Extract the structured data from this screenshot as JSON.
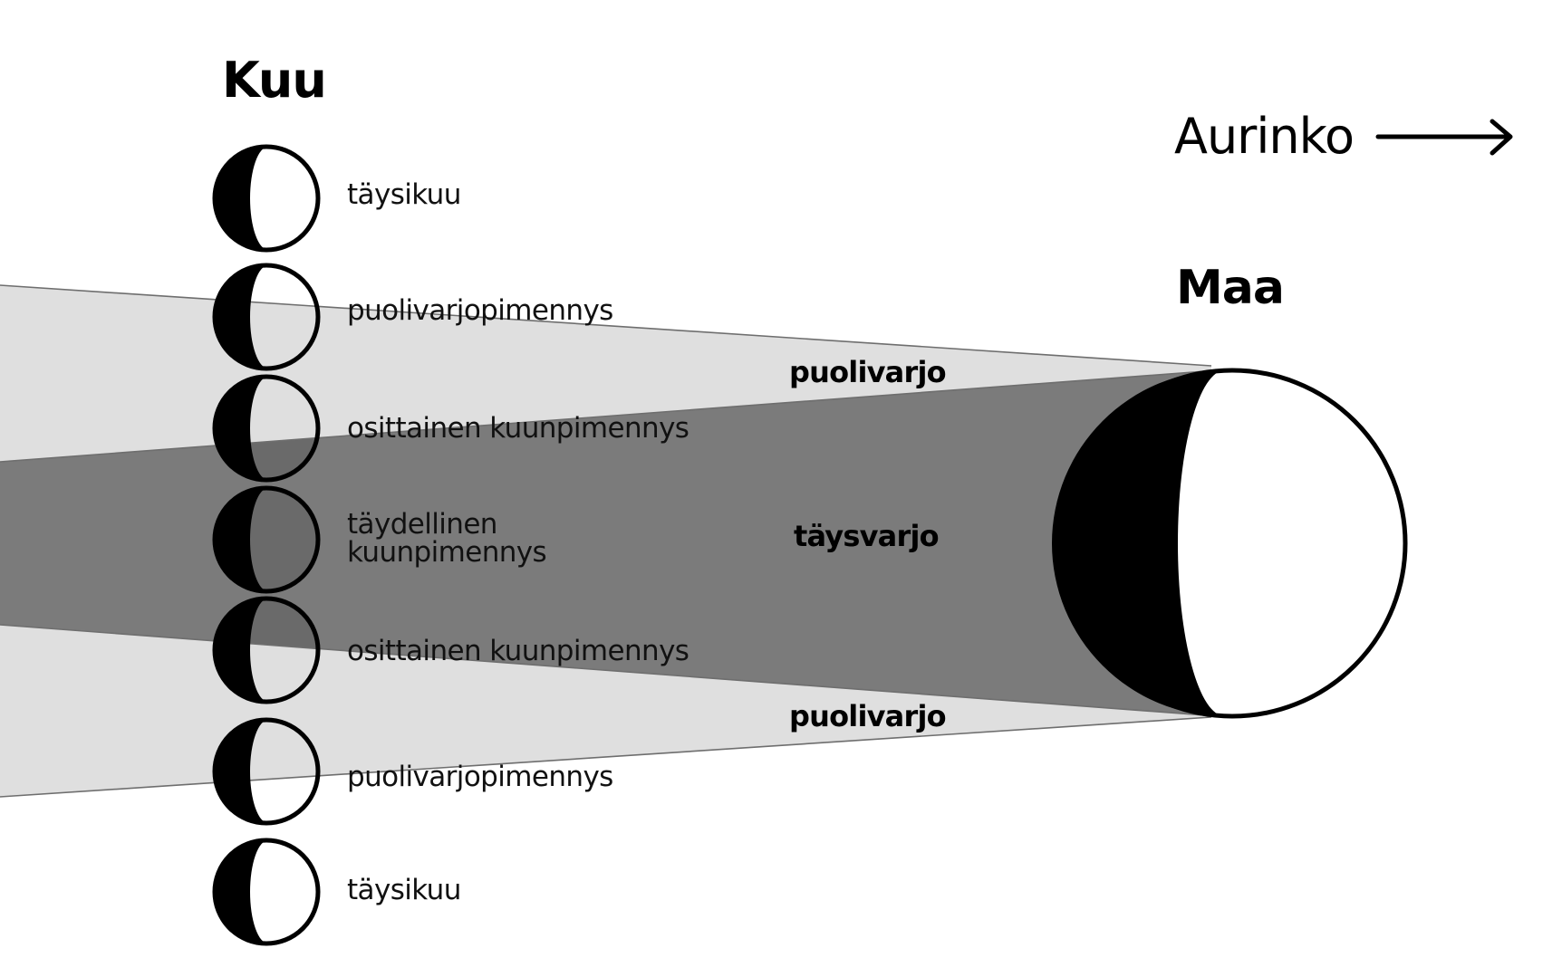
{
  "title_moon": "Kuu",
  "title_earth": "Maa",
  "sun_label": "Aurinko",
  "sun_direction_icon": "arrow-right-icon",
  "zones": {
    "penumbra_top": "puolivarjo",
    "umbra": "täysvarjo",
    "penumbra_bottom": "puolivarjo"
  },
  "colors": {
    "penumbra": "#dfdfdf",
    "umbra": "#7b7b7b",
    "moon_in_umbra": "#6a6a6a",
    "shadow_edge": "#6e6e6e",
    "dark_side": "#000000",
    "lit_side": "#ffffff"
  },
  "moons": [
    {
      "phase": "täysikuu",
      "shading": "none"
    },
    {
      "phase": "puolivarjopimennys",
      "shading": "penumbra-lower"
    },
    {
      "phase": "osittainen kuunpimennys",
      "shading": "penumbra-upper-umbra-lower"
    },
    {
      "phase_line1": "täydellinen",
      "phase_line2": "kuunpimennys",
      "shading": "umbra"
    },
    {
      "phase": "osittainen kuunpimennys",
      "shading": "umbra-upper-penumbra-lower"
    },
    {
      "phase": "puolivarjopimennys",
      "shading": "penumbra-upper"
    },
    {
      "phase": "täysikuu",
      "shading": "none"
    }
  ]
}
